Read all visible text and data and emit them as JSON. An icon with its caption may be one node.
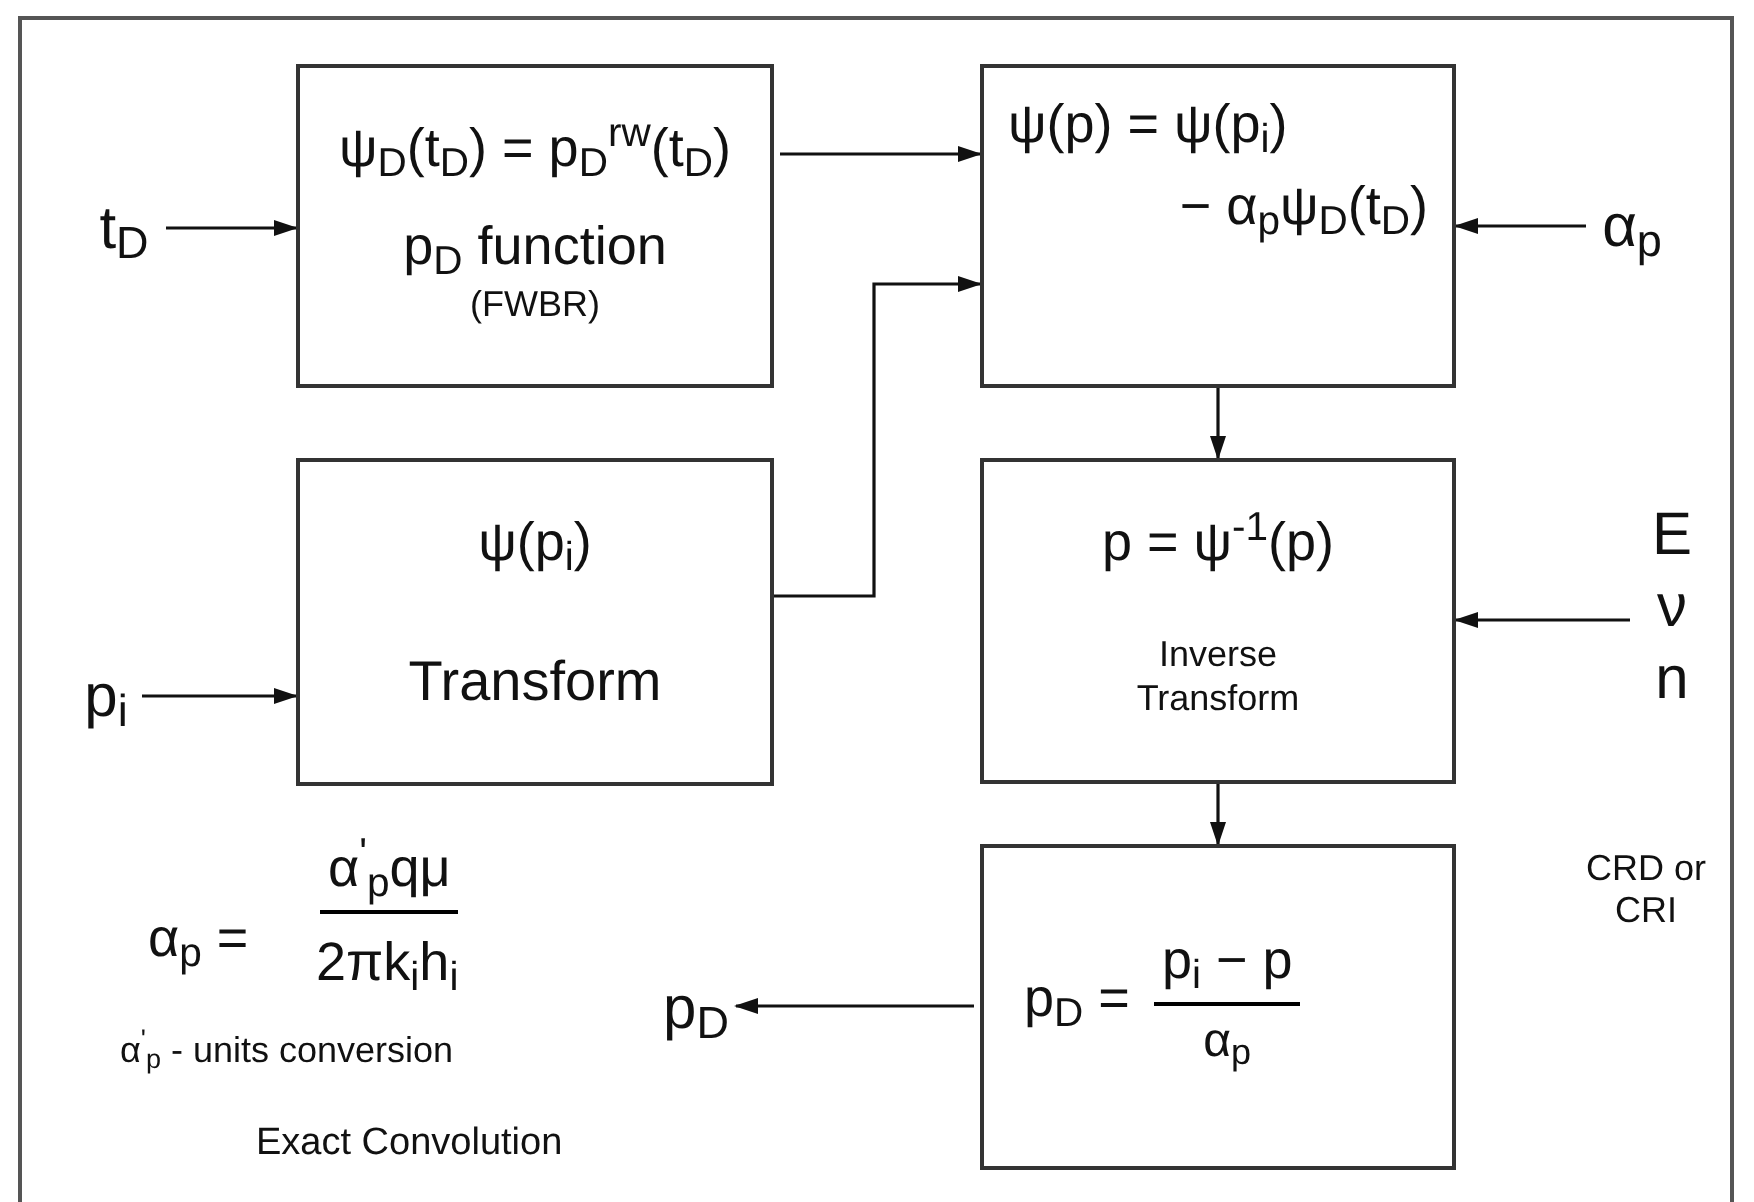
{
  "diagram": {
    "nodes": [
      {
        "text": [
          "ψ$_{D}$(t$_{D}$)  =  p$_{D}$$^{rw}$(t$_{D}$)",
          "p$_{D}$  function",
          "(FWBR)"
        ]
      },
      {
        "text": [
          "ψ(p$_{i}$)",
          "Transform"
        ]
      },
      {
        "text": [
          "ψ(p) = ψ(p$_{i}$)",
          "− α$_{p}$ψ$_{D}$(t$_{D}$)"
        ]
      },
      {
        "text": [
          "p = ψ$^{-1}$(p)",
          "Inverse Transform"
        ]
      },
      {
        "text": [
          "p$_{D}$ =",
          "p$_{i}$ − p",
          "α$_{p}$"
        ]
      },
      {
        "text": [
          "t$_{D}$"
        ]
      },
      {
        "text": [
          "α$_{p}$"
        ]
      },
      {
        "text": [
          "p$_{i}$"
        ]
      },
      {
        "text": [
          "E ν n"
        ]
      },
      {
        "text": [
          "p$_{D}$"
        ]
      }
    ],
    "edges": [
      {
        "from": 5,
        "to": 0,
        "arrow": "to"
      },
      {
        "from": 0,
        "to": 2,
        "arrow": "to"
      },
      {
        "from": 1,
        "to": 2,
        "arrow": "to"
      },
      {
        "from": 6,
        "to": 2,
        "arrow": "to"
      },
      {
        "from": 7,
        "to": 1,
        "arrow": "to"
      },
      {
        "from": 2,
        "to": 3,
        "arrow": "to"
      },
      {
        "from": 8,
        "to": 3,
        "arrow": "to"
      },
      {
        "from": 3,
        "to": 4,
        "arrow": "to"
      },
      {
        "from": 4,
        "to": 9,
        "arrow": "to"
      }
    ],
    "labels": [
      "α$_{p}$ =",
      "α$^{'}$$_{p}$qμ",
      "2πk$_{i}$h$_{i}$",
      "α$^{'}$$_{p}$ - units conversion",
      "Exact Convolution",
      "CRD or CRI"
    ]
  }
}
